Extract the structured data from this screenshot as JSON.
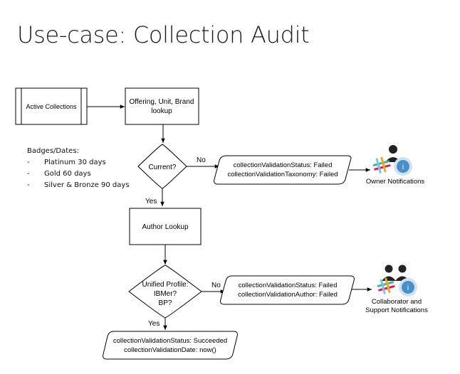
{
  "slide": {
    "title": "Use-case: Collection Audit"
  },
  "badges": {
    "heading": "Badges/Dates:",
    "items": [
      "Platinum 30 days",
      "Gold 60 days",
      "Silver & Bronze 90 days"
    ]
  },
  "flow": {
    "start": "Active Collections",
    "lookup": [
      "Offering, Unit, Brand",
      "lookup"
    ],
    "decision1": "Current?",
    "no1": "No",
    "fail1": [
      "collectionValidationStatus: Failed",
      "collectionValidationTaxonomy: Failed"
    ],
    "owner": "Owner Notifications",
    "yes1": "Yes",
    "author_lookup": "Author Lookup",
    "decision2": [
      "Unified Profile:",
      "IBMer?",
      "BP?"
    ],
    "no2": "No",
    "fail2": [
      "collectionValidationStatus: Failed",
      "collectionValidationAuthor: Failed"
    ],
    "collab": [
      "Collaborator and",
      "Support Notifications"
    ],
    "yes2": "Yes",
    "success": [
      "collectionValidationStatus: Succeeded",
      "collectionValidationDate: now()"
    ]
  }
}
